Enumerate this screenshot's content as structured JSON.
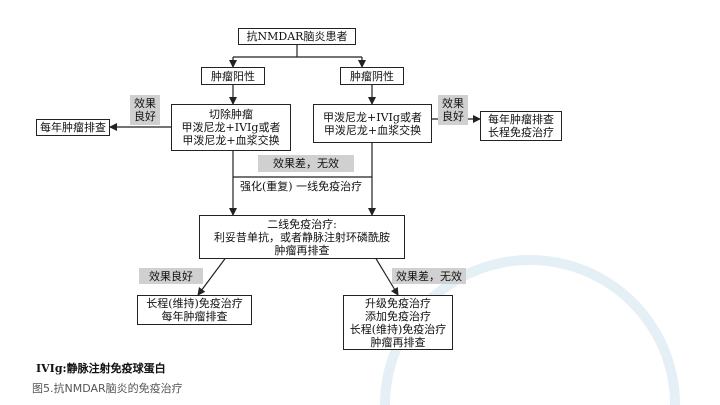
{
  "flowchart": {
    "top": "抗NMDAR脑炎患者",
    "branch_left": "肿瘤阳性",
    "branch_right": "肿瘤阴性",
    "left_treatment": [
      "切除肿瘤",
      "甲泼尼龙+IVIg或者",
      "甲泼尼龙+血浆交换"
    ],
    "right_treatment": [
      "甲泼尼龙+IVIg或者",
      "甲泼尼龙+血浆交换"
    ],
    "left_good_label": [
      "效果",
      "良好"
    ],
    "right_good_label": [
      "效果",
      "良好"
    ],
    "left_outcome": "每年肿瘤排查",
    "right_outcome": [
      "每年肿瘤排查",
      "长程免疫治疗"
    ],
    "poor_label_1": "效果差，无效",
    "intensify": "强化(重复) 一线免疫治疗",
    "second_line": [
      "二线免疫治疗:",
      "利妥昔单抗，或者静脉注射环磷酰胺",
      "肿瘤再排查"
    ],
    "good_label_2": "效果良好",
    "poor_label_2": "效果差，无效",
    "final_left": [
      "长程(维持)免疫治疗",
      "每年肿瘤排查"
    ],
    "final_right": [
      "升级免疫治疗",
      "添加免疫治疗",
      "长程(维持)免疫治疗",
      "肿瘤再排查"
    ]
  },
  "footnote": "IVIg:静脉注射免疫球蛋白",
  "caption": "图5.抗NMDAR脑炎的免疫治疗",
  "colors": {
    "label_bg": "#d0d0d0",
    "line": "#222222",
    "watermark": "#dbe9f3"
  }
}
